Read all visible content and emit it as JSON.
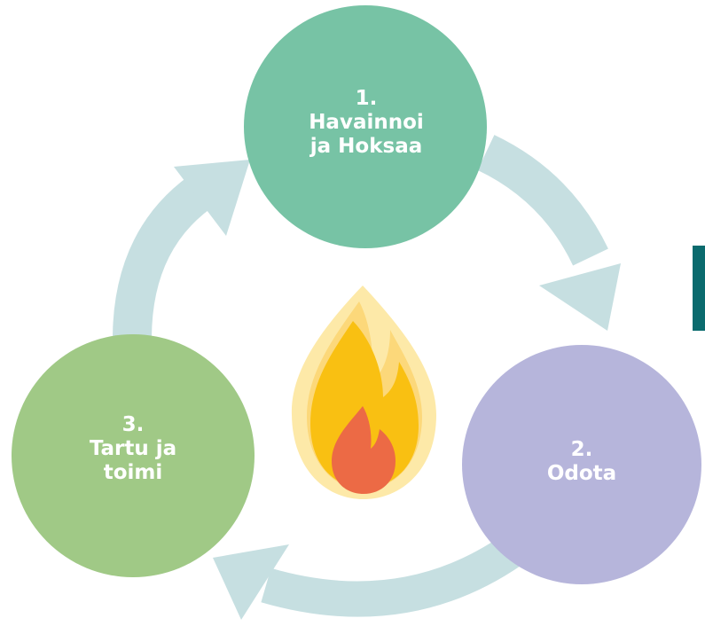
{
  "colors": {
    "arrow": "#c6dfe1",
    "step1": "#77c3a5",
    "step2": "#b6b5db",
    "step3": "#a0c986",
    "flame_outer": "#fde9a8",
    "flame_mid": "#fcd87a",
    "flame_core": "#f9c012",
    "flame_inner": "#ec6a45",
    "edge_bar": "#0b6b6e"
  },
  "center_icon": "flame-icon",
  "steps": [
    {
      "number": "1.",
      "lines": [
        "Havainnoi",
        "ja Hoksaa"
      ]
    },
    {
      "number": "2.",
      "lines": [
        "Odota"
      ]
    },
    {
      "number": "3.",
      "lines": [
        "Tartu ja",
        "toimi"
      ]
    }
  ]
}
